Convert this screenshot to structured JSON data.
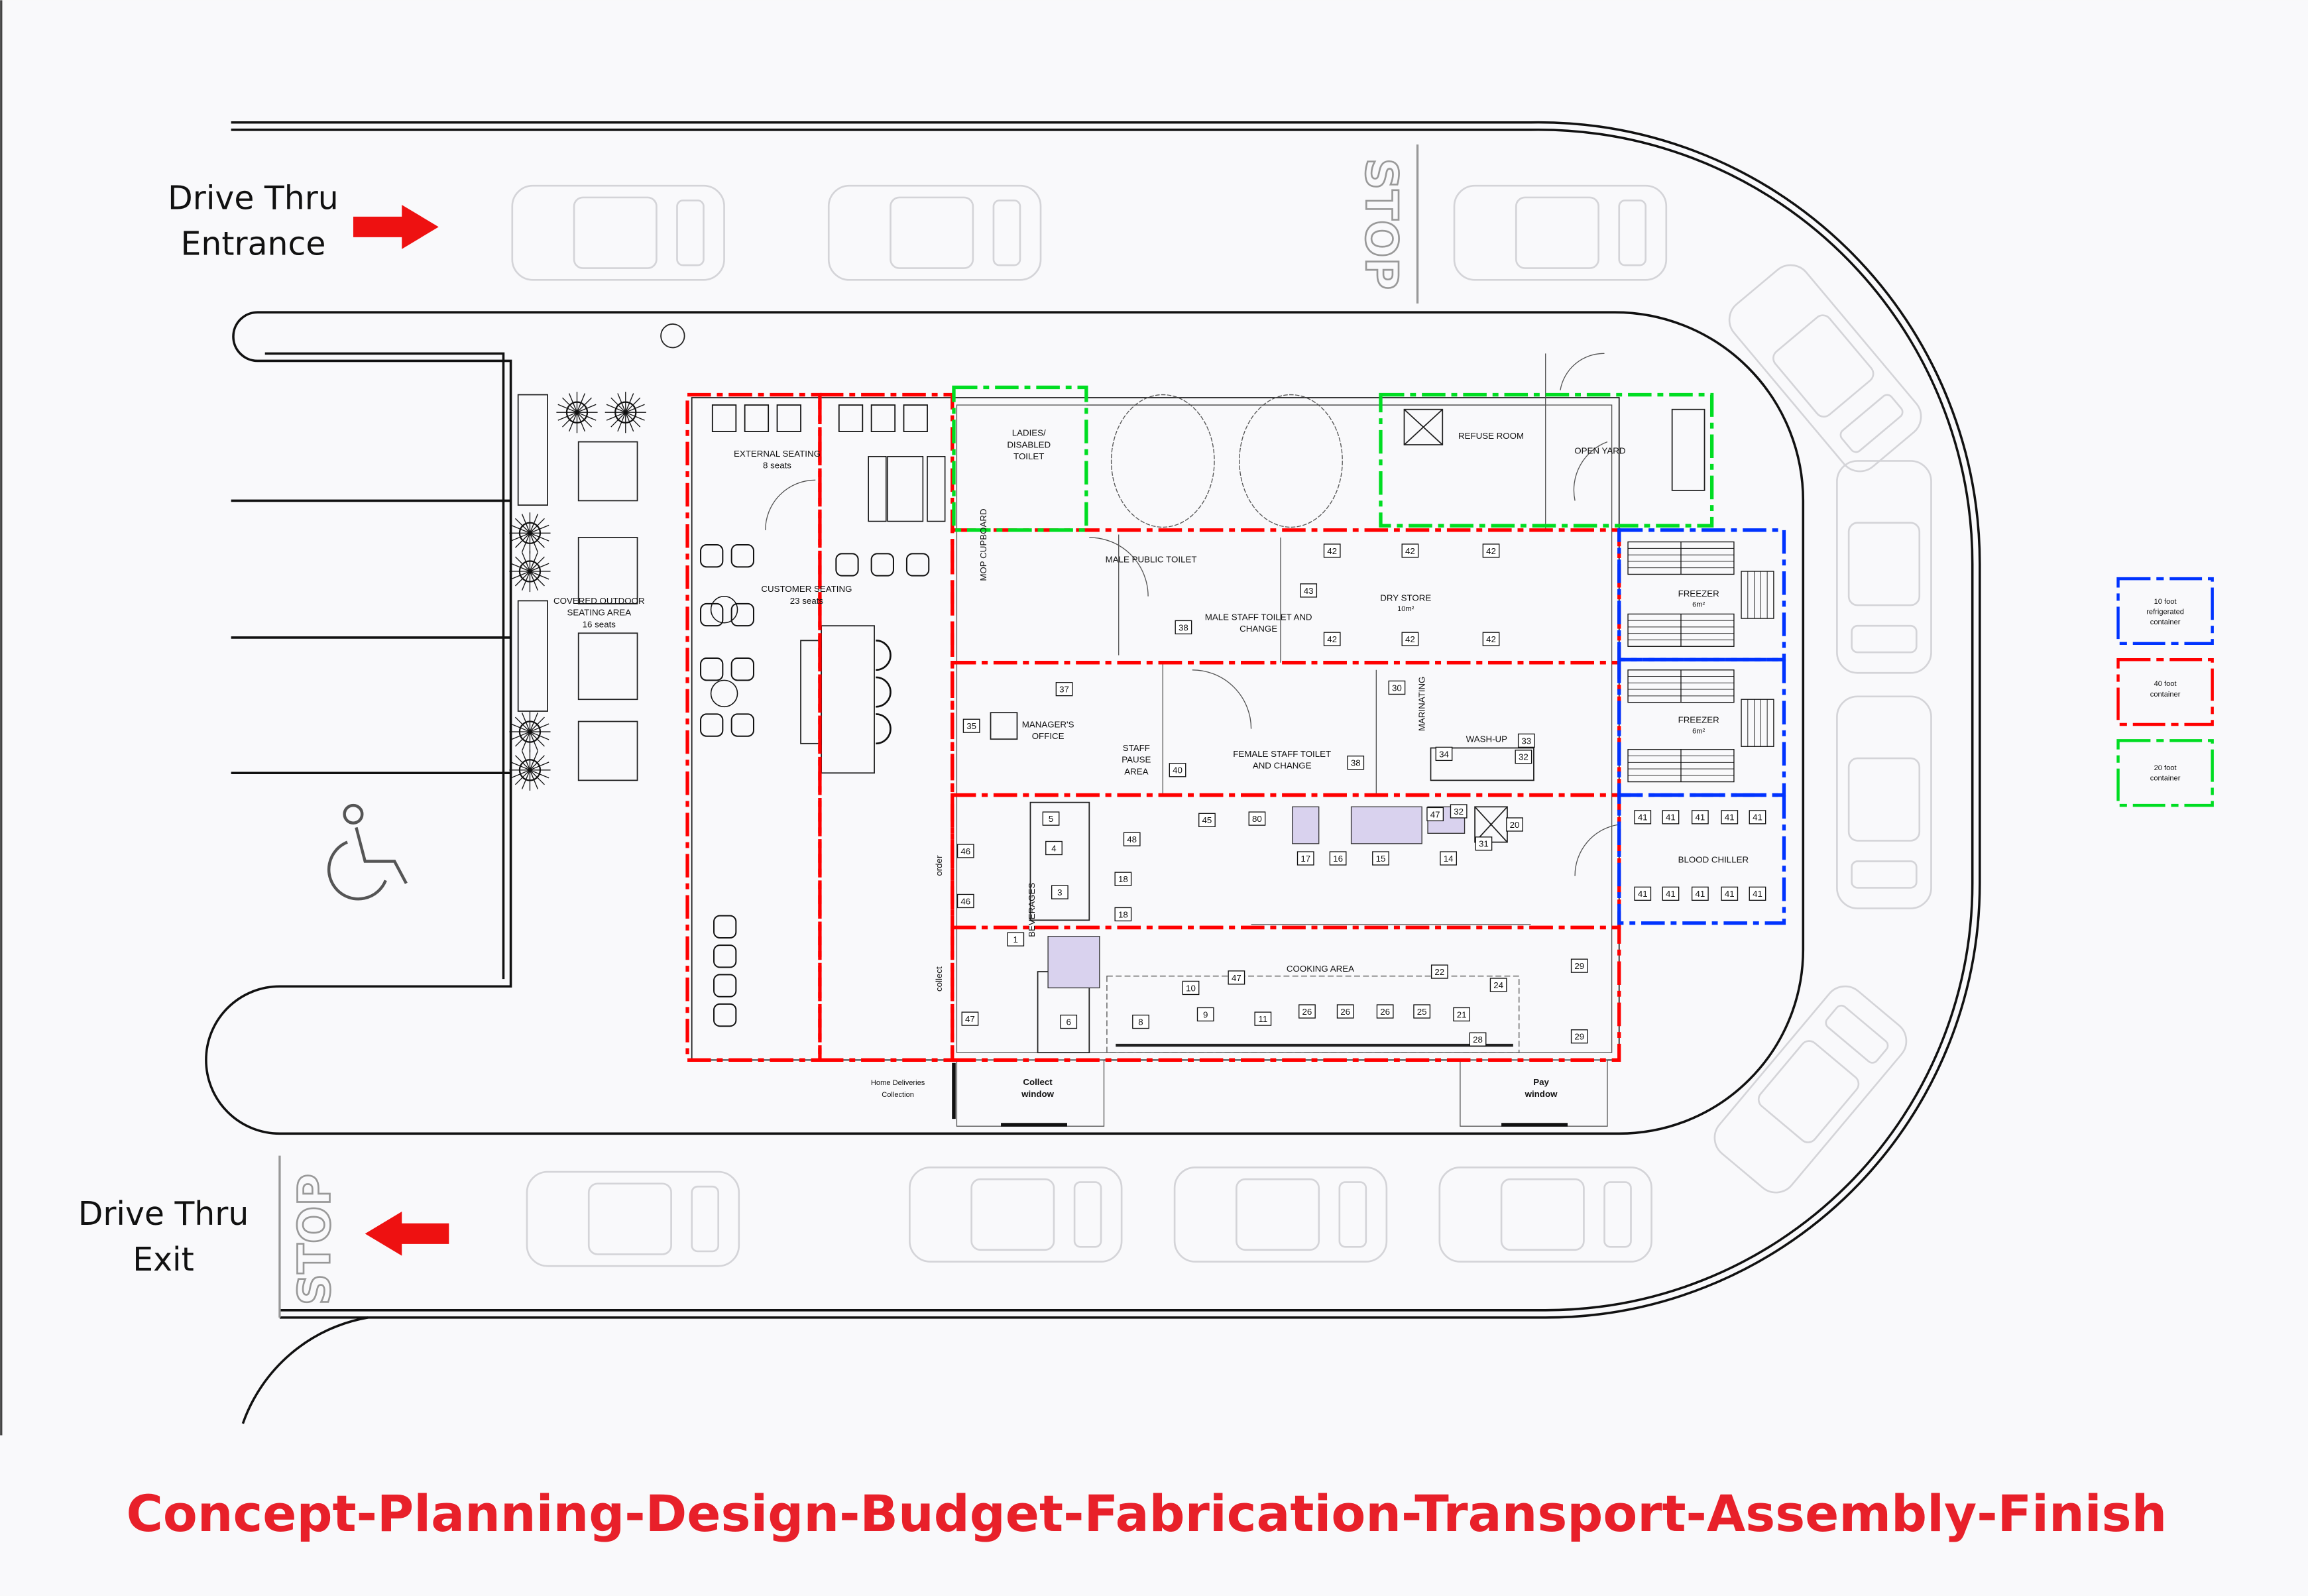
{
  "signs": {
    "entrance_line1": "Drive Thru",
    "entrance_line2": "Entrance",
    "exit_line1": "Drive Thru",
    "exit_line2": "Exit",
    "stop_top": "STOP",
    "stop_bottom": "STOP"
  },
  "rooms": {
    "external_seating": "EXTERNAL SEATING",
    "external_seating_count": "8 seats",
    "customer_seating": "CUSTOMER SEATING",
    "customer_seating_count": "23 seats",
    "covered_outdoor_1": "COVERED OUTDOOR",
    "covered_outdoor_2": "SEATING AREA",
    "covered_outdoor_count": "16 seats",
    "ladies_1": "LADIES/",
    "ladies_2": "DISABLED",
    "ladies_3": "TOILET",
    "mop_cupboard": "MOP CUPBOARD",
    "male_public_toilet": "MALE PUBLIC TOILET",
    "male_staff_1": "MALE STAFF TOILET AND",
    "male_staff_2": "CHANGE",
    "dry_store": "DRY STORE",
    "dry_store_area": "10m²",
    "refuse_room": "REFUSE ROOM",
    "open_yard": "OPEN YARD",
    "freezer_1": "FREEZER",
    "freezer_1_area": "6m²",
    "freezer_2": "FREEZER",
    "freezer_2_area": "6m²",
    "blood_chiller": "BLOOD CHILLER",
    "managers_office_1": "MANAGER'S",
    "managers_office_2": "OFFICE",
    "staff_pause_1": "STAFF",
    "staff_pause_2": "PAUSE",
    "staff_pause_3": "AREA",
    "female_staff_1": "FEMALE STAFF TOILET",
    "female_staff_2": "AND CHANGE",
    "marinating": "MARINATING",
    "wash_up": "WASH-UP",
    "beverages": "BEVERAGES",
    "order": "order",
    "collect": "collect",
    "cooking_area": "COOKING AREA",
    "home_deliveries_1": "Home Deliveries",
    "home_deliveries_2": "Collection",
    "collect_window_1": "Collect",
    "collect_window_2": "window",
    "pay_window_1": "Pay",
    "pay_window_2": "window"
  },
  "equipment_tags": [
    "42",
    "42",
    "42",
    "42",
    "42",
    "42",
    "43",
    "38",
    "38",
    "37",
    "35",
    "40",
    "30",
    "33",
    "34",
    "32",
    "45",
    "80",
    "17",
    "16",
    "15",
    "14",
    "47",
    "32",
    "20",
    "31",
    "48",
    "5",
    "4",
    "3",
    "18",
    "18",
    "46",
    "46",
    "47",
    "1",
    "6",
    "8",
    "9",
    "10",
    "11",
    "26",
    "26",
    "26",
    "25",
    "21",
    "24",
    "22",
    "28",
    "29",
    "29",
    "47",
    "41",
    "41",
    "41",
    "41",
    "41",
    "41",
    "41",
    "41",
    "41",
    "41"
  ],
  "legend": [
    {
      "line1": "10 foot",
      "line2": "refrigerated",
      "line3": "container",
      "color": "#0033ff"
    },
    {
      "line1": "40 foot",
      "line2": "container",
      "line3": "",
      "color": "#ff0000"
    },
    {
      "line1": "20 foot",
      "line2": "container",
      "line3": "",
      "color": "#00dd22"
    }
  ],
  "footer": {
    "process": "Concept-Planning-Design-Budget-Fabrication-Transport-Assembly-Finish"
  }
}
